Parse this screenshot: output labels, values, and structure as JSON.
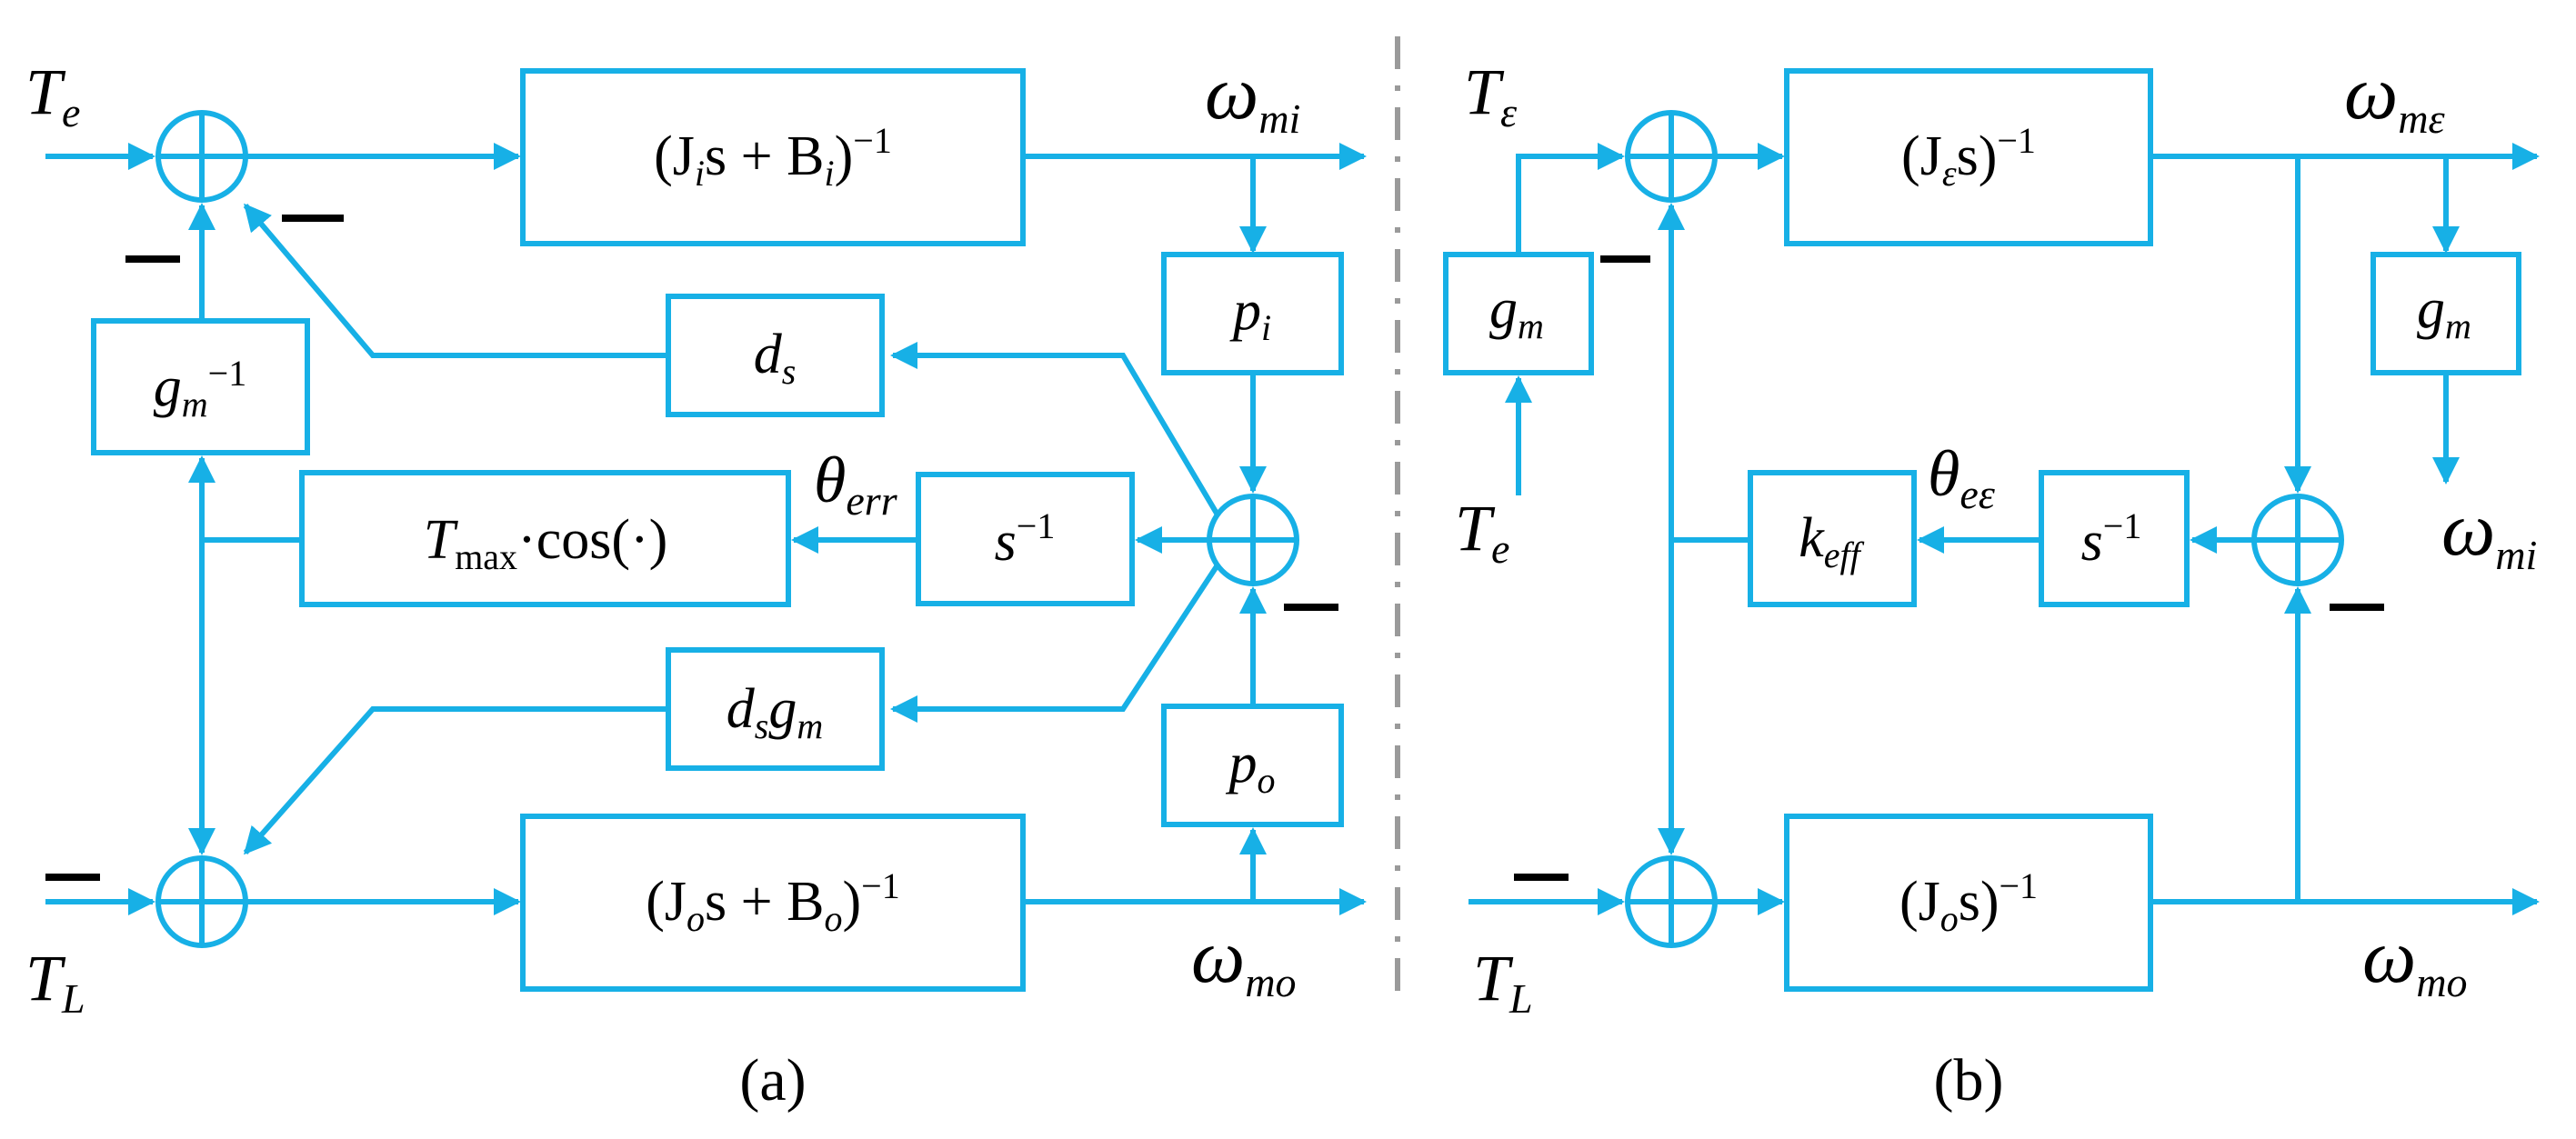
{
  "colors": {
    "signal": "#17b0e6",
    "text": "#000000",
    "separator": "#9a9a9a"
  },
  "panel_a": {
    "caption": "(a)",
    "inputs": {
      "te": {
        "main": "T",
        "sub": "e"
      },
      "tl": {
        "main": "T",
        "sub": "L"
      }
    },
    "outputs": {
      "wmi": {
        "main": "ω",
        "sub": "mi"
      },
      "wmo": {
        "main": "ω",
        "sub": "mo"
      }
    },
    "signals": {
      "theta_err": {
        "main": "θ",
        "sub": "err"
      }
    },
    "blocks": {
      "inertia_in": {
        "a": "(J",
        "sub1": "i",
        "b": "s + B",
        "sub2": "i",
        "c": ")",
        "sup": "−1"
      },
      "inertia_out": {
        "a": "(J",
        "sub1": "o",
        "b": "s + B",
        "sub2": "o",
        "c": ")",
        "sup": "−1"
      },
      "gm_inv": {
        "main": "g",
        "sub": "m",
        "sup": "−1"
      },
      "ds": {
        "main": "d",
        "sub": "s"
      },
      "tmax": {
        "main": "T",
        "sub": "max",
        "rest": "·cos(·)"
      },
      "integrator": {
        "main": "s",
        "sup": "−1"
      },
      "dsgm": {
        "main": "d",
        "sub": "s",
        "main2": "g",
        "sub2": "m"
      },
      "pi": {
        "main": "p",
        "sub": "i"
      },
      "po": {
        "main": "p",
        "sub": "o"
      }
    },
    "minus_sign": "—"
  },
  "panel_b": {
    "caption": "(b)",
    "inputs": {
      "te_eps": {
        "main": "T",
        "sub": "ε"
      },
      "te": {
        "main": "T",
        "sub": "e"
      },
      "tl": {
        "main": "T",
        "sub": "L"
      }
    },
    "outputs": {
      "wme": {
        "main": "ω",
        "sub": "mε"
      },
      "wmi": {
        "main": "ω",
        "sub": "mi"
      },
      "wmo": {
        "main": "ω",
        "sub": "mo"
      }
    },
    "signals": {
      "theta_ee": {
        "main": "θ",
        "sub": "eε"
      }
    },
    "blocks": {
      "inertia_eps": {
        "a": "(J",
        "sub1": "ε",
        "b": "s)",
        "sup": "−1"
      },
      "inertia_out": {
        "a": "(J",
        "sub1": "o",
        "b": "s)",
        "sup": "−1"
      },
      "gm_left": {
        "main": "g",
        "sub": "m"
      },
      "gm_right": {
        "main": "g",
        "sub": "m"
      },
      "keff": {
        "main": "k",
        "sub": "eff"
      },
      "integrator": {
        "main": "s",
        "sup": "−1"
      }
    },
    "minus_sign": "—"
  }
}
